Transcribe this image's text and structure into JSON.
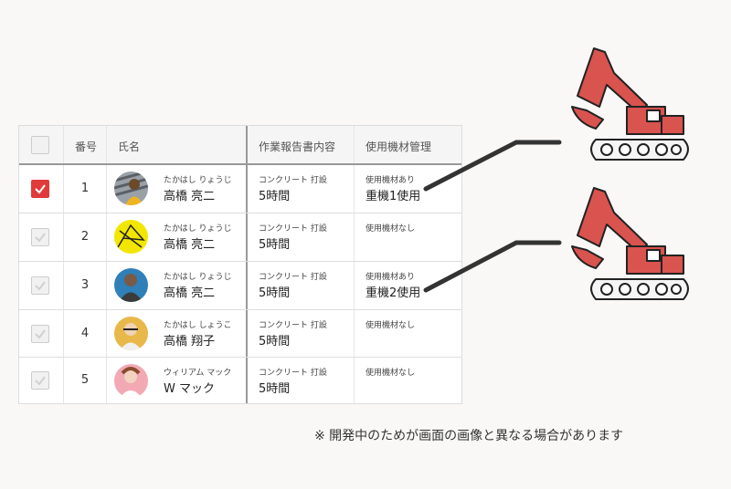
{
  "header": {
    "number_label": "番号",
    "name_label": "氏名",
    "report_label": "作業報告書内容",
    "material_label": "使用機材管理"
  },
  "rows": [
    {
      "checked": true,
      "number": "1",
      "kana": "たかはし りょうじ",
      "name": "高橋 亮二",
      "report_title": "コンクリート 打設",
      "report_value": "5時間",
      "material_status": "使用機材あり",
      "material_detail": "重機1使用"
    },
    {
      "checked": false,
      "number": "2",
      "kana": "たかはし りょうじ",
      "name": "高橋 亮二",
      "report_title": "コンクリート 打設",
      "report_value": "5時間",
      "material_status": "使用機材なし",
      "material_detail": ""
    },
    {
      "checked": false,
      "number": "3",
      "kana": "たかはし りょうじ",
      "name": "高橋 亮二",
      "report_title": "コンクリート 打設",
      "report_value": "5時間",
      "material_status": "使用機材あり",
      "material_detail": "重機2使用"
    },
    {
      "checked": false,
      "number": "4",
      "kana": "たかはし しょうこ",
      "name": "高橋 翔子",
      "report_title": "コンクリート 打設",
      "report_value": "5時間",
      "material_status": "使用機材なし",
      "material_detail": ""
    },
    {
      "checked": false,
      "number": "5",
      "kana": "ウィリアム マック",
      "name": "W マック",
      "report_title": "コンクリート 打設",
      "report_value": "5時間",
      "material_status": "使用機材なし",
      "material_detail": ""
    }
  ],
  "note": "※ 開発中のためが画面の画像と異なる場合があります",
  "colors": {
    "accent": "#e03a3a",
    "excavator": "#d9534f"
  },
  "icons": [
    "check-icon",
    "excavator-icon"
  ]
}
